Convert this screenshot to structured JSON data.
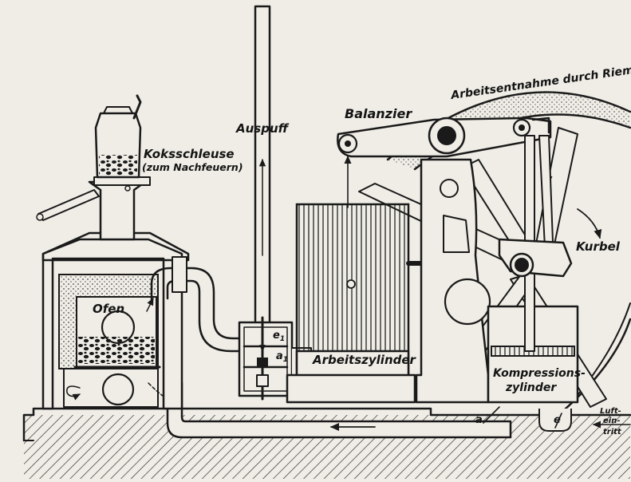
{
  "labels": {
    "balanzier": "Balanzier",
    "arbeitsentnahme": "Arbeitsentnahme durch Riemen",
    "auspuff": "Auspuff",
    "koksschleuse_1": "Koksschleuse",
    "koksschleuse_2": "(zum Nachfeuern)",
    "kurbel": "Kurbel",
    "ofen": "Ofen",
    "e1": "e",
    "e1_sub": "1",
    "a1": "a",
    "a1_sub": "1",
    "arbeitszylinder": "Arbeitszylinder",
    "kompressions_1": "Kompressions-",
    "kompressions_2": "zylinder",
    "a": "a",
    "e": "e",
    "lufteintritt_1": "Luft-",
    "lufteintritt_2": "ein-",
    "lufteintritt_3": "tritt"
  },
  "colors": {
    "paper": "#efede6",
    "ink": "#1a1a1a"
  }
}
